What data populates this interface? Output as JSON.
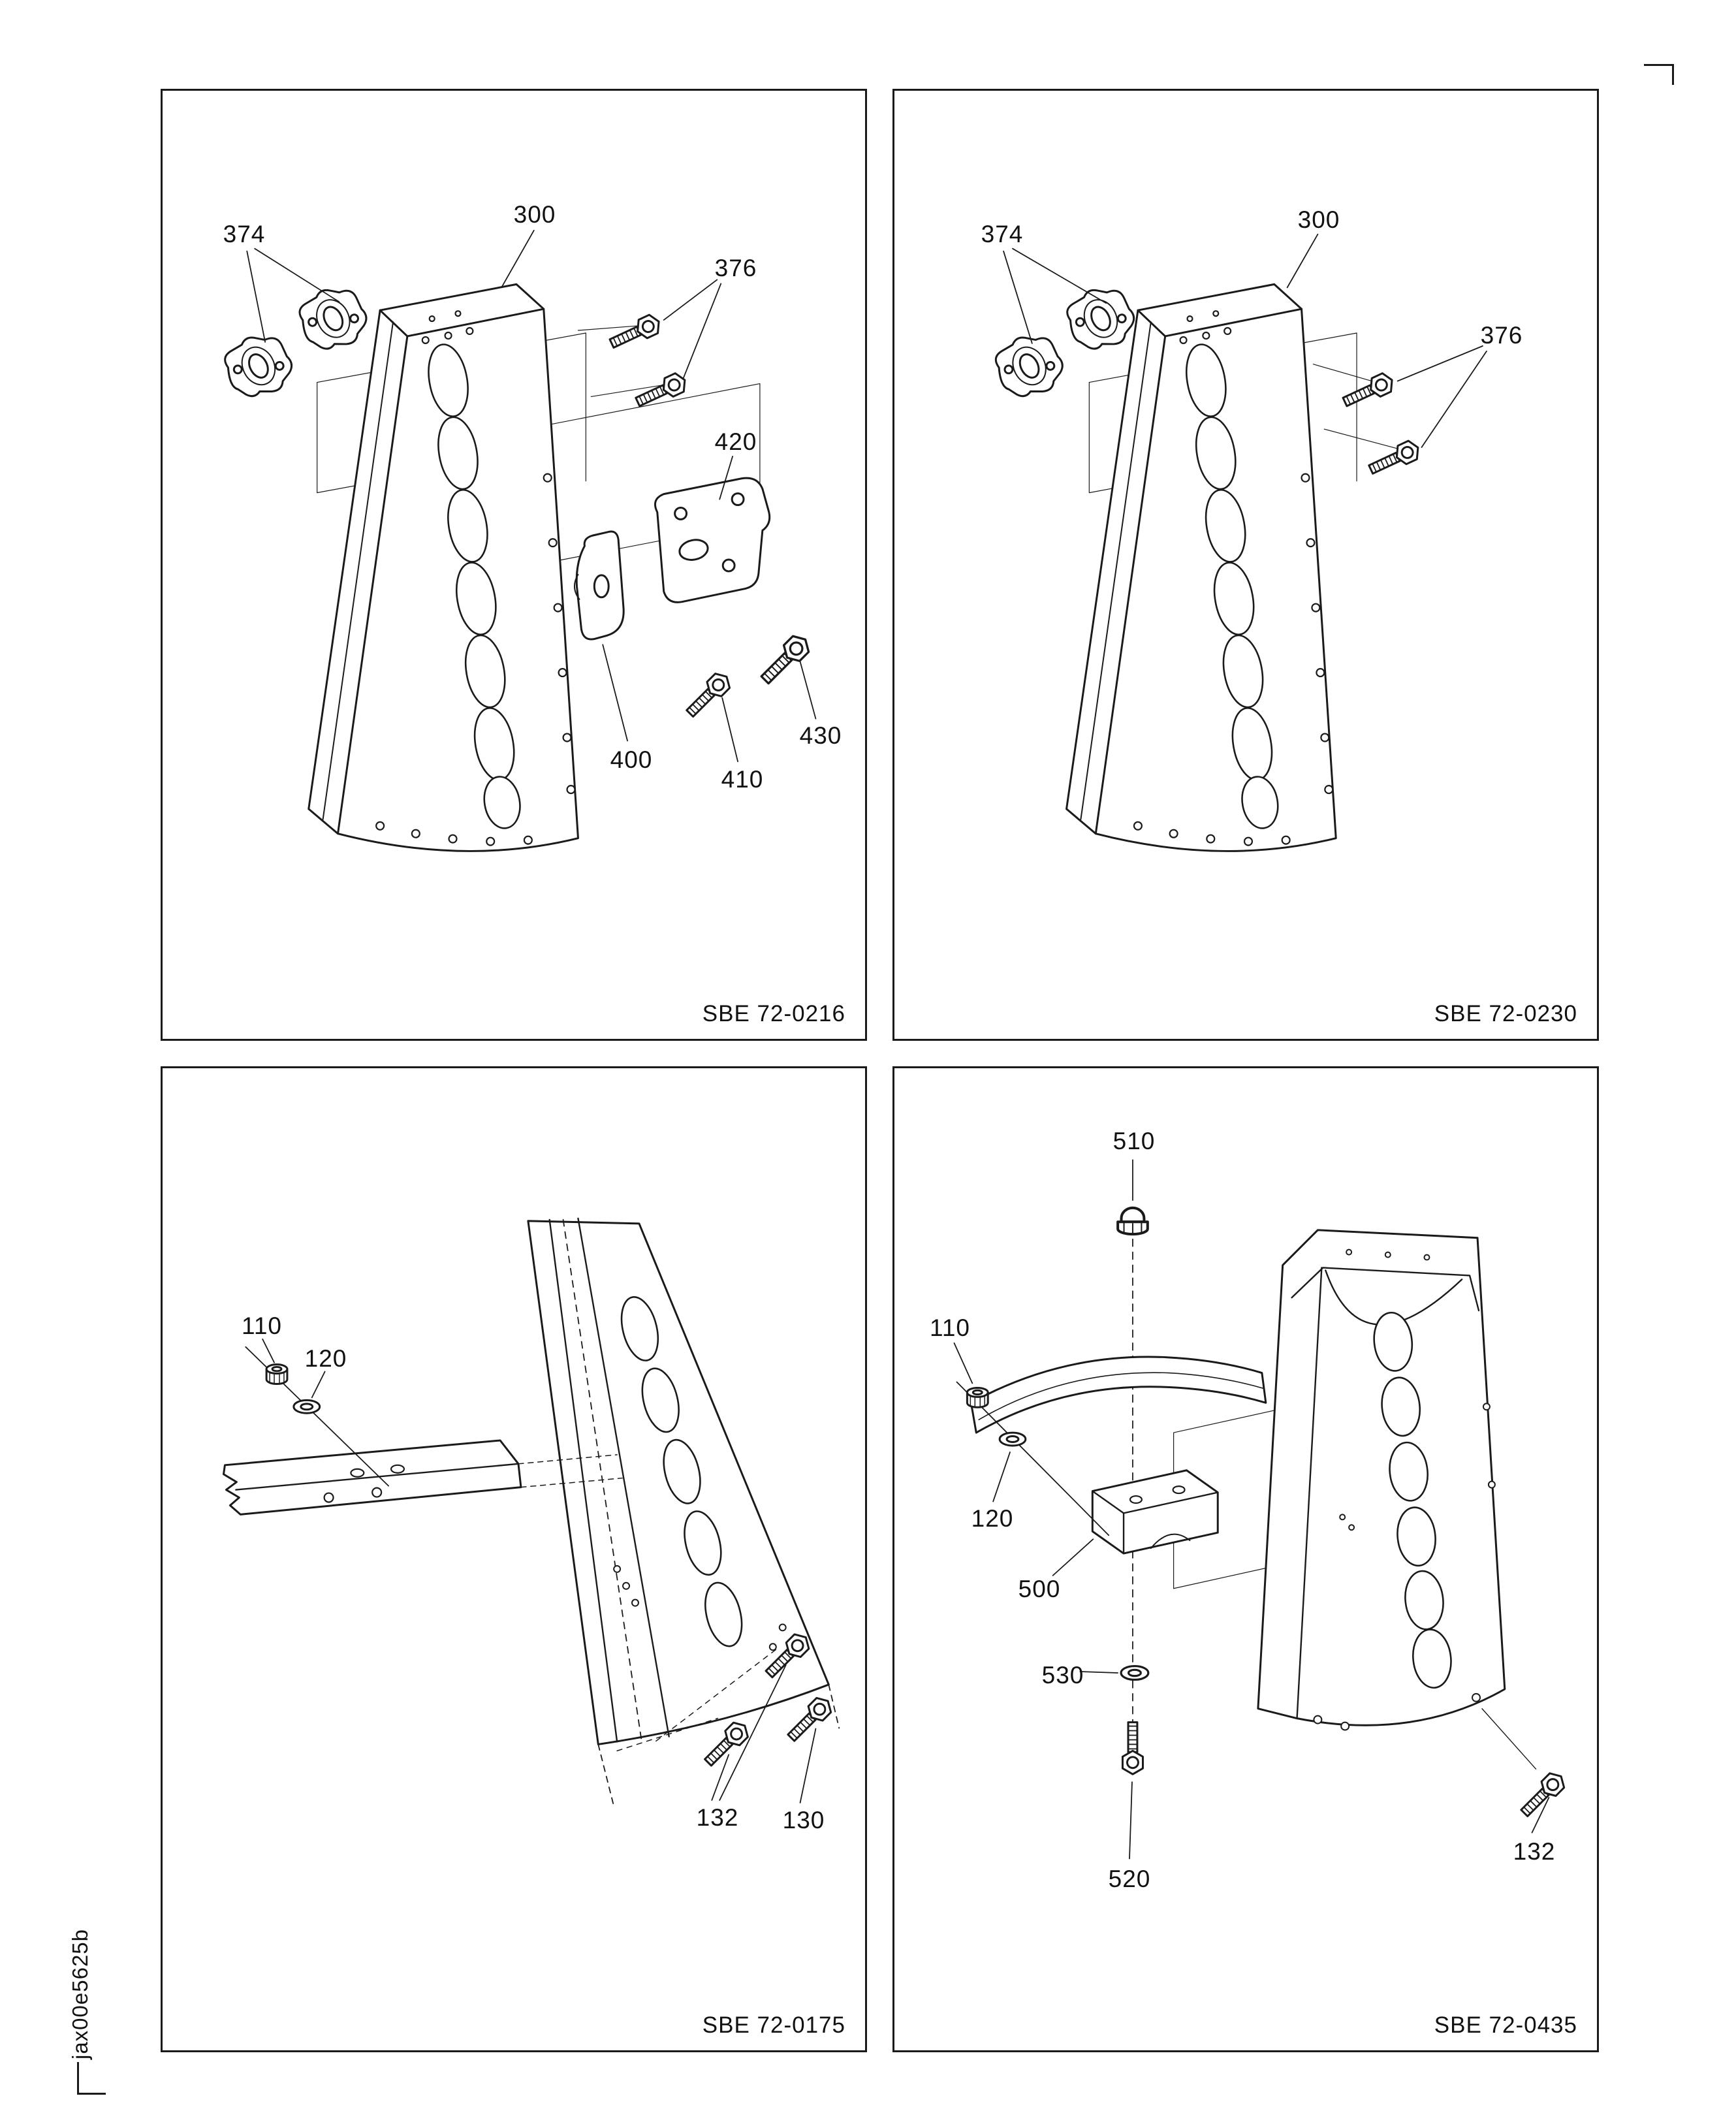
{
  "page": {
    "footer_code": "jax00e5625b"
  },
  "panels": [
    {
      "id": "top-left",
      "code": "SBE 72-0216",
      "callouts": [
        {
          "label": "374"
        },
        {
          "label": "300"
        },
        {
          "label": "376"
        },
        {
          "label": "420"
        },
        {
          "label": "400"
        },
        {
          "label": "410"
        },
        {
          "label": "430"
        }
      ]
    },
    {
      "id": "top-right",
      "code": "SBE 72-0230",
      "callouts": [
        {
          "label": "374"
        },
        {
          "label": "300"
        },
        {
          "label": "376"
        }
      ]
    },
    {
      "id": "bottom-left",
      "code": "SBE 72-0175",
      "callouts": [
        {
          "label": "110"
        },
        {
          "label": "120"
        },
        {
          "label": "132"
        },
        {
          "label": "130"
        }
      ]
    },
    {
      "id": "bottom-right",
      "code": "SBE 72-0435",
      "callouts": [
        {
          "label": "510"
        },
        {
          "label": "110"
        },
        {
          "label": "120"
        },
        {
          "label": "500"
        },
        {
          "label": "530"
        },
        {
          "label": "520"
        },
        {
          "label": "132"
        }
      ]
    }
  ]
}
